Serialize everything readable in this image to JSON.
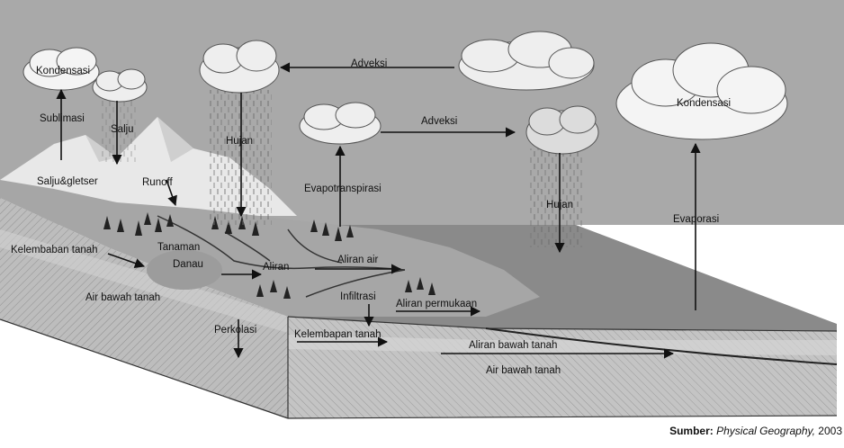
{
  "labels": {
    "kondensasi_left": "Kondensasi",
    "sublimasi": "Sublimasi",
    "salju": "Salju",
    "salju_gletser": "Salju&gletser",
    "hujan_left": "Hujan",
    "adveksi_top": "Adveksi",
    "adveksi_mid": "Adveksi",
    "evapotranspirasi": "Evapotranspirasi",
    "kondensasi_right": "Kondensasi",
    "hujan_right": "Hujan",
    "evaporasi": "Evaporasi",
    "runoff": "Runoff",
    "tanaman": "Tanaman",
    "danau": "Danau",
    "kelembaban_tanah_left": "Kelembaban tanah",
    "aliran": "Aliran",
    "aliran_air": "Aliran air",
    "air_bawah_tanah_left": "Air bawah tanah",
    "infiltrasi": "Infiltrasi",
    "aliran_permukaan": "Aliran permukaan",
    "perkolasi": "Perkolasi",
    "kelembapan_tanah_bottom": "Kelembapan tanah",
    "aliran_bawah_tanah": "Aliran bawah tanah",
    "air_bawah_tanah_bottom": "Air bawah tanah"
  },
  "source": {
    "prefix": "Sumber:",
    "title": "Physical Geography,",
    "year": " 2003"
  },
  "colors": {
    "sky": "#a9a9a9",
    "sea": "#8a8a8a",
    "land": "#a6a6a6",
    "soil": "#bdbdbd",
    "cliff": "#c9c9c9",
    "cloud": "#f4f4f4",
    "ink": "#111111"
  }
}
